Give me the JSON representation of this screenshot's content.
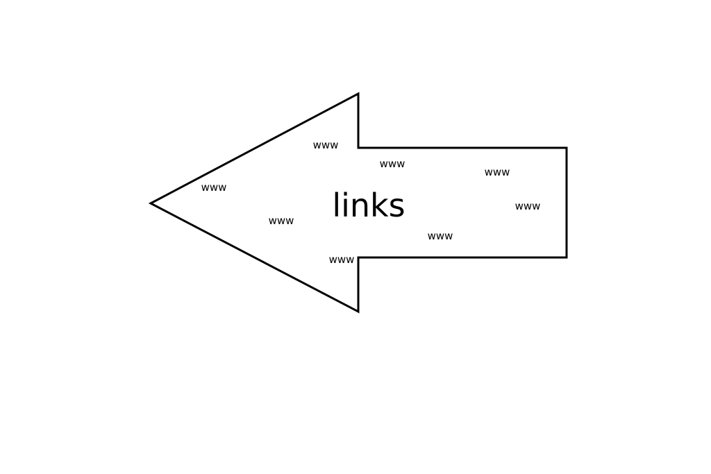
{
  "arrow": {
    "direction": "left",
    "fill_color": "#ffffff",
    "stroke_color": "#000000",
    "label": "links"
  },
  "www_labels": [
    "www",
    "www",
    "www",
    "www",
    "www",
    "www",
    "www",
    "www"
  ]
}
